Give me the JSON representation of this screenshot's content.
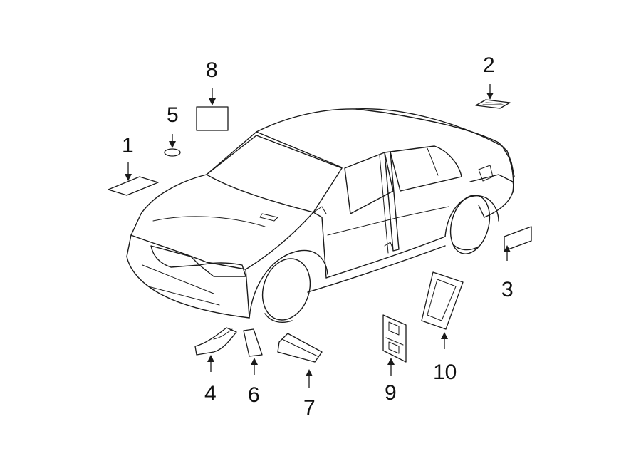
{
  "callouts": {
    "c1": "1",
    "c2": "2",
    "c3": "3",
    "c4": "4",
    "c5": "5",
    "c6": "6",
    "c7": "7",
    "c8": "8",
    "c9": "9",
    "c10": "10"
  },
  "colors": {
    "line": "#1a1a1a",
    "background": "#ffffff"
  }
}
